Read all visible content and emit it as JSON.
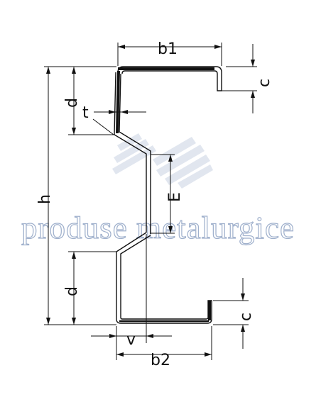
{
  "watermark": {
    "text": "produse metalurgice",
    "color": "#9fb0cc"
  },
  "labels": {
    "b1": "b1",
    "b2": "b2",
    "c_top": "c",
    "c_bottom": "c",
    "d_top": "d",
    "d_bottom": "d",
    "t": "t",
    "h": "h",
    "E": "E",
    "v": "v"
  },
  "colors": {
    "line": "#111111",
    "profile_fill": "#111111",
    "logo_stripes": "#c9d3e3"
  }
}
